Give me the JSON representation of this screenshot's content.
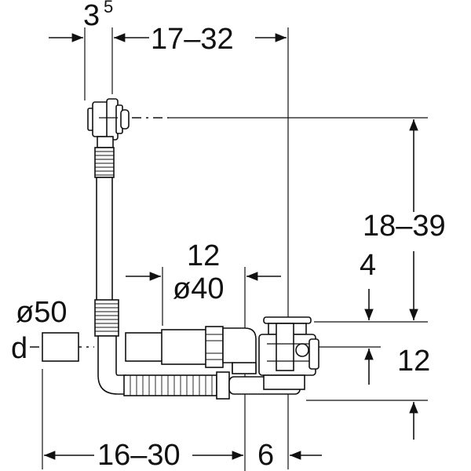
{
  "labels": {
    "top_left_base": "3",
    "top_left_sup": "5",
    "top_right": "17–32",
    "right_vertical": "18–39",
    "mid_pipe_length": "12",
    "mid_pipe_diameter": "ø40",
    "right_small": "4",
    "right_lower": "12",
    "left_diameter": "ø50",
    "left_d": "d",
    "bottom_left": "16–30",
    "bottom_right": "6"
  },
  "colors": {
    "line": "#111111",
    "background": "#ffffff"
  }
}
